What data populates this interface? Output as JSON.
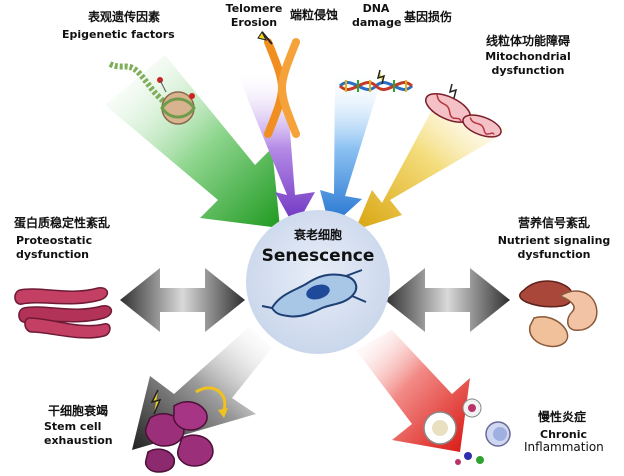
{
  "center": {
    "zh": "衰老细胞",
    "en": "Senescence"
  },
  "factors": {
    "epigenetic": {
      "zh": "表观遗传因素",
      "en": "Epigenetic factors"
    },
    "telomere": {
      "en_line1": "Telomere",
      "en_line2": "Erosion",
      "zh": "端粒侵蚀"
    },
    "dna": {
      "en_line1": "DNA",
      "en_line2": "damage",
      "zh": "基因损伤"
    },
    "mitochondrial": {
      "zh": "线粒体功能障碍",
      "en_line1": "Mitochondrial",
      "en_line2": "dysfunction"
    },
    "proteostatic": {
      "zh": "蛋白质稳定性紊乱",
      "en_line1": "Proteostatic",
      "en_line2": "dysfunction"
    },
    "nutrient": {
      "zh": "营养信号紊乱",
      "en_line1": "Nutrient signaling",
      "en_line2": "dysfunction"
    },
    "stemcell": {
      "zh": "干细胞衰竭",
      "en_line1": "Stem cell",
      "en_line2": "exhaustion"
    },
    "inflammation": {
      "zh": "慢性炎症",
      "en_line1": "Chronic",
      "en_line2": "Inflammation"
    }
  },
  "colors": {
    "green": "#2fa32f",
    "purple": "#7b3fc4",
    "blue": "#2d7fd6",
    "gold": "#e3b21b",
    "gray": "#4a4a4a",
    "red": "#e0201a",
    "circle": "#d4deef"
  }
}
